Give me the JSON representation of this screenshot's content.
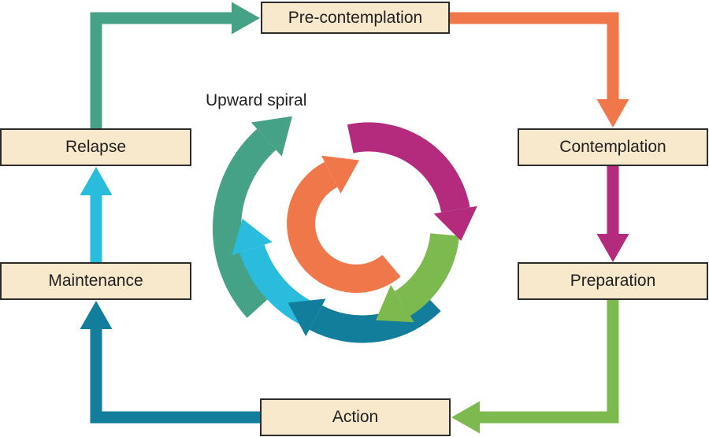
{
  "diagram": {
    "caption": "Upward spiral",
    "stages": [
      {
        "id": "pre-contemplation",
        "label": "Pre-contemplation"
      },
      {
        "id": "contemplation",
        "label": "Contemplation"
      },
      {
        "id": "preparation",
        "label": "Preparation"
      },
      {
        "id": "action",
        "label": "Action"
      },
      {
        "id": "maintenance",
        "label": "Maintenance"
      },
      {
        "id": "relapse",
        "label": "Relapse"
      }
    ],
    "flow": [
      {
        "from": "Relapse",
        "to": "Pre-contemplation",
        "color_key": "teal"
      },
      {
        "from": "Pre-contemplation",
        "to": "Contemplation",
        "color_key": "orange"
      },
      {
        "from": "Contemplation",
        "to": "Preparation",
        "color_key": "magenta"
      },
      {
        "from": "Preparation",
        "to": "Action",
        "color_key": "green"
      },
      {
        "from": "Action",
        "to": "Maintenance",
        "color_key": "dark_teal"
      },
      {
        "from": "Maintenance",
        "to": "Relapse",
        "color_key": "cyan"
      }
    ],
    "spiral": {
      "arc_color_keys_inner_to_outer": [
        "orange",
        "magenta",
        "green",
        "dark_teal",
        "cyan",
        "teal"
      ]
    },
    "colors": {
      "teal": "#46a287",
      "orange": "#f0774a",
      "magenta": "#b42a7d",
      "green": "#7cb94f",
      "dark_teal": "#137d9c",
      "cyan": "#29bcdc",
      "box_fill": "#f8e9cd",
      "box_border": "#2b2b2b",
      "text": "#1f1f1f"
    }
  }
}
